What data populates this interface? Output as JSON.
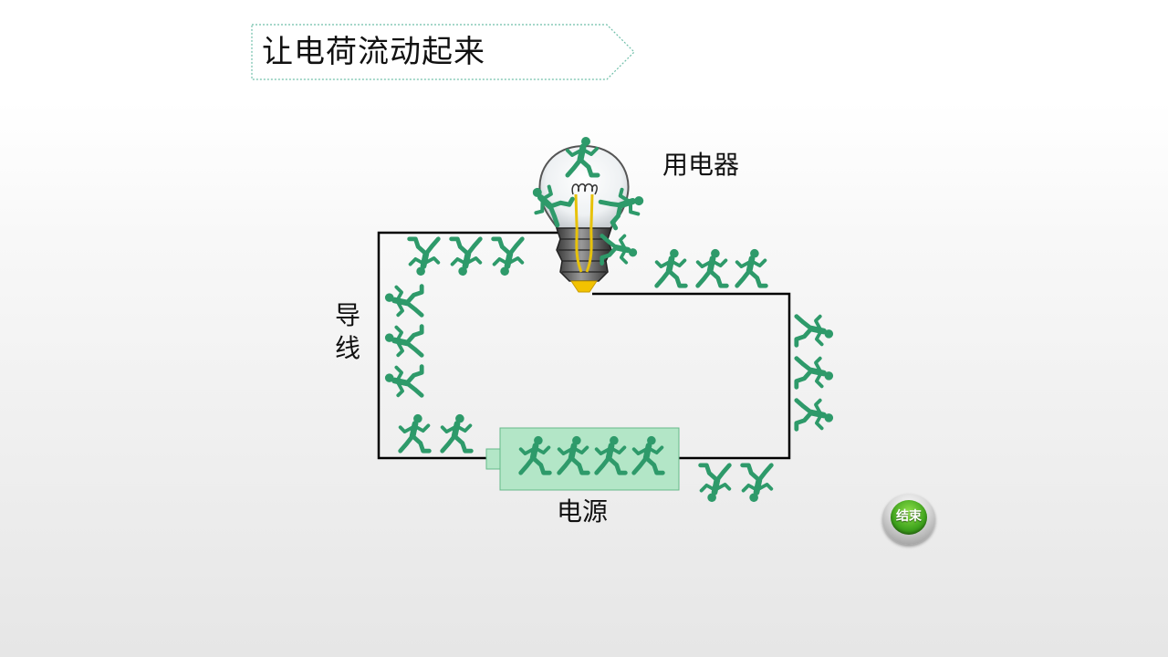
{
  "slide": {
    "title": "让电荷流动起来",
    "labels": {
      "appliance": "用电器",
      "wire": "导线",
      "power_source": "电源"
    },
    "end_button": "结束"
  },
  "colors": {
    "runner": "#2e9a6a",
    "battery_fill": "#b3e6c7",
    "battery_border": "#66b98a",
    "wire": "#000000",
    "title_border": "#6fbfa9"
  },
  "icons": [
    "running-person-icon",
    "light-bulb-icon"
  ]
}
